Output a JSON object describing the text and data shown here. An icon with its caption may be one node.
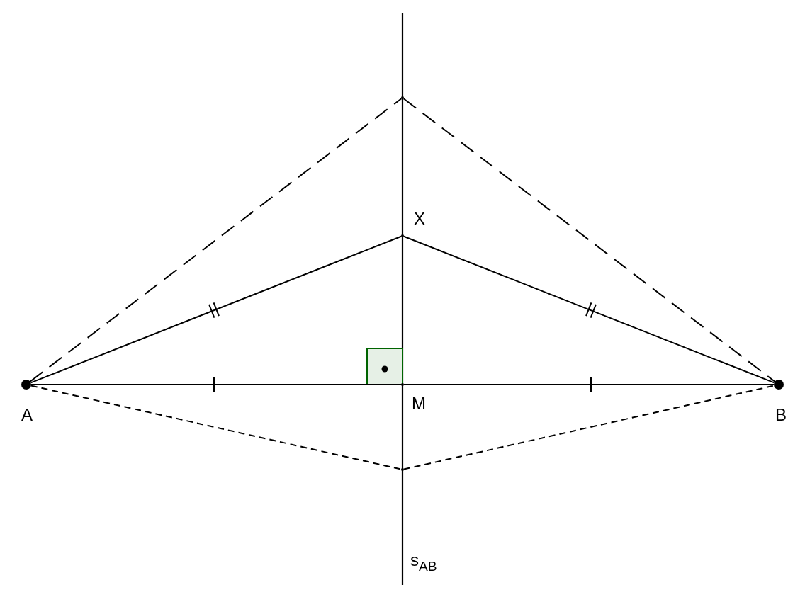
{
  "diagram": {
    "nodes": [
      {
        "text": [],
        "shape": "circle",
        "beside": [
          "A"
        ]
      },
      {
        "text": [],
        "shape": "circle",
        "beside": [
          "B"
        ]
      },
      {
        "text": [],
        "shape": "point",
        "beside": [
          "X"
        ]
      },
      {
        "text": [],
        "shape": "point",
        "beside": [
          "M"
        ]
      },
      {
        "text": [],
        "shape": "point"
      },
      {
        "text": [],
        "shape": "point"
      }
    ],
    "edges": [
      {
        "from": 0,
        "to": 2,
        "arrow": "none"
      },
      {
        "from": 2,
        "to": 1,
        "arrow": "none"
      },
      {
        "from": 0,
        "to": 4,
        "arrow": "none",
        "style": "dashed"
      },
      {
        "from": 4,
        "to": 1,
        "arrow": "none",
        "style": "dashed"
      },
      {
        "from": 0,
        "to": 5,
        "arrow": "none",
        "style": "dashed"
      },
      {
        "from": 5,
        "to": 1,
        "arrow": "none",
        "style": "dashed"
      },
      {
        "from": 0,
        "to": 3,
        "arrow": "none"
      },
      {
        "from": 3,
        "to": 1,
        "arrow": "none"
      }
    ],
    "labels": [
      "s$_{AB}$"
    ]
  }
}
